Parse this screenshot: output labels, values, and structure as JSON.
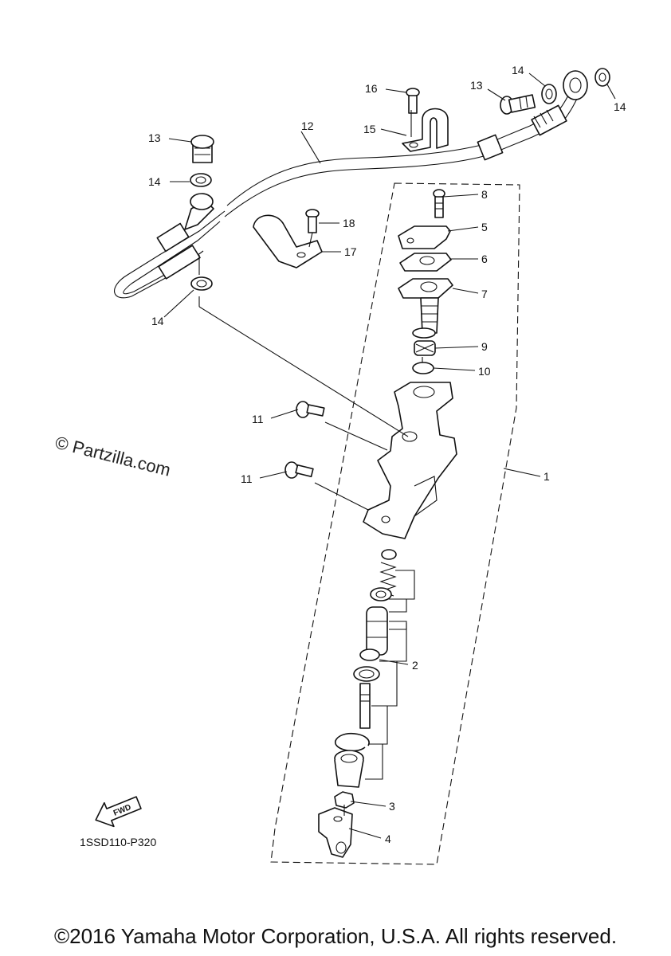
{
  "diagram": {
    "callouts": [
      "1",
      "2",
      "3",
      "4",
      "5",
      "6",
      "7",
      "8",
      "9",
      "10",
      "11",
      "11",
      "12",
      "13",
      "13",
      "14",
      "14",
      "14",
      "14",
      "15",
      "16",
      "17",
      "18"
    ],
    "watermark": "© Partzilla.com",
    "diagram_code": "1SSD110-P320",
    "fwd_label": "FWD"
  },
  "footer": {
    "copyright": "©2016 Yamaha Motor Corporation, U.S.A. All rights reserved."
  }
}
